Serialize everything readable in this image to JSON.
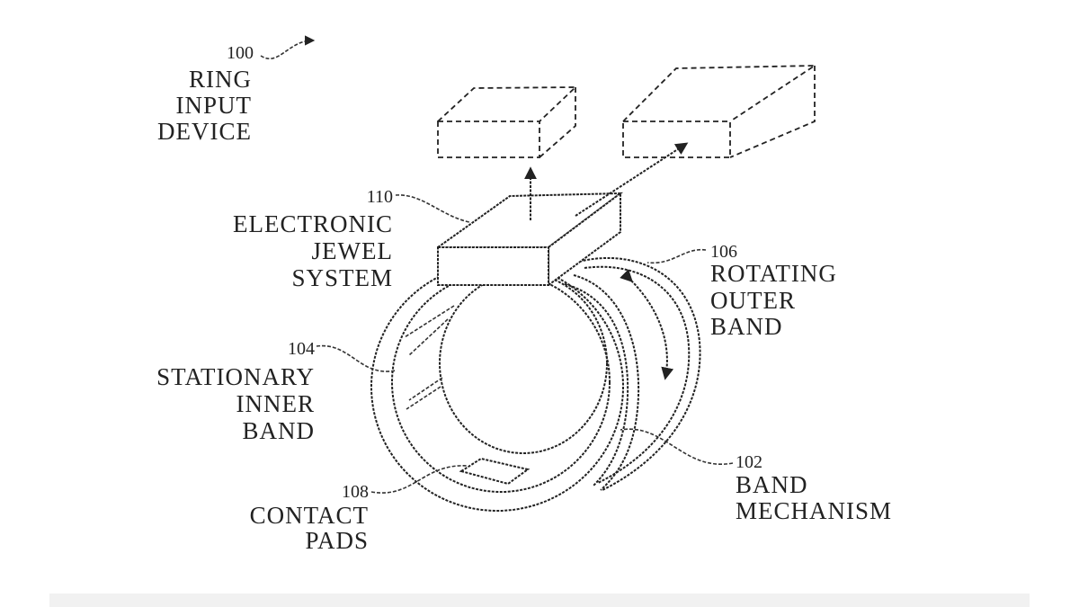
{
  "figure": {
    "labels": {
      "ring_input_device": {
        "number": "100",
        "lines": [
          "RING",
          "INPUT",
          "DEVICE"
        ]
      },
      "electronic_jewel_system": {
        "number": "110",
        "lines": [
          "ELECTRONIC",
          "JEWEL",
          "SYSTEM"
        ]
      },
      "rotating_outer_band": {
        "number": "106",
        "lines": [
          "ROTATING",
          "OUTER",
          "BAND"
        ]
      },
      "stationary_inner_band": {
        "number": "104",
        "lines": [
          "STATIONARY",
          "INNER",
          "BAND"
        ]
      },
      "band_mechanism": {
        "number": "102",
        "lines": [
          "BAND",
          "MECHANISM"
        ]
      },
      "contact_pads": {
        "number": "108",
        "lines": [
          "CONTACT",
          "PADS"
        ]
      }
    },
    "colors": {
      "ink": "#222222",
      "background": "#ffffff"
    }
  }
}
